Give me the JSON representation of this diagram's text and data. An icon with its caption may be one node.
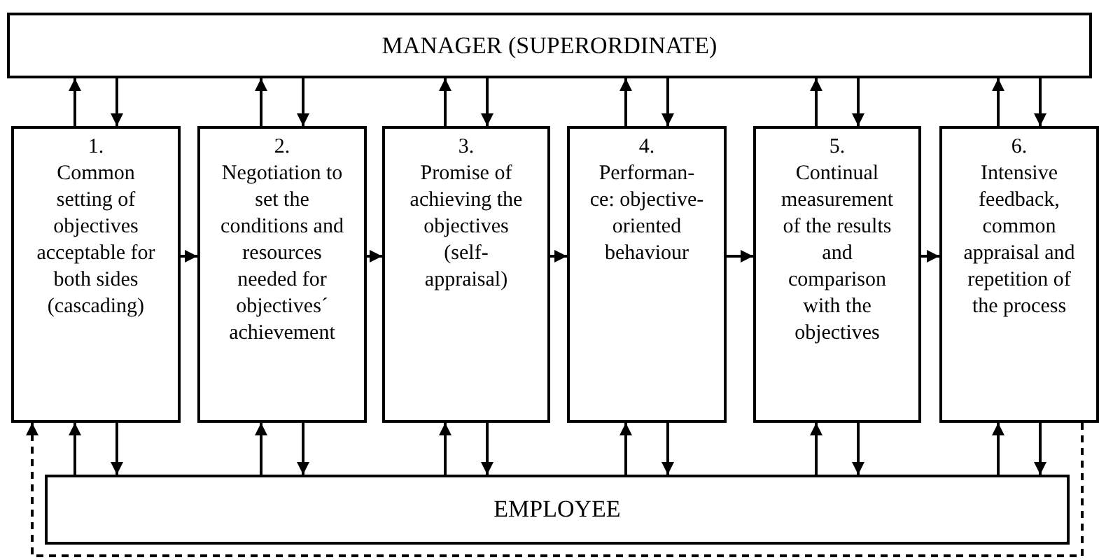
{
  "diagram": {
    "nodes": [
      {
        "text": [
          "MANAGER (SUPERORDINATE)"
        ]
      },
      {
        "text": [
          "1.",
          "Common setting of objectives acceptable for both sides (cascading)"
        ]
      },
      {
        "text": [
          "2.",
          "Negotiation to set the conditions and resources needed for objectives´ achievement"
        ]
      },
      {
        "text": [
          "3.",
          "Promise of achieving the objectives (self- appraisal)"
        ]
      },
      {
        "text": [
          "4.",
          "Performan- ce: objective- oriented behaviour"
        ]
      },
      {
        "text": [
          "5.",
          "Continual measurement of the results and comparison with the objectives"
        ]
      },
      {
        "text": [
          "6.",
          "Intensive feedback, common appraisal and repetition of the process"
        ]
      },
      {
        "text": [
          "EMPLOYEE"
        ]
      }
    ],
    "edges": [
      {
        "from": 1,
        "to": 0,
        "arrow": "to"
      },
      {
        "from": 0,
        "to": 1,
        "arrow": "to"
      },
      {
        "from": 7,
        "to": 1,
        "arrow": "to"
      },
      {
        "from": 1,
        "to": 7,
        "arrow": "to"
      },
      {
        "from": 2,
        "to": 0,
        "arrow": "to"
      },
      {
        "from": 0,
        "to": 2,
        "arrow": "to"
      },
      {
        "from": 7,
        "to": 2,
        "arrow": "to"
      },
      {
        "from": 2,
        "to": 7,
        "arrow": "to"
      },
      {
        "from": 3,
        "to": 0,
        "arrow": "to"
      },
      {
        "from": 0,
        "to": 3,
        "arrow": "to"
      },
      {
        "from": 7,
        "to": 3,
        "arrow": "to"
      },
      {
        "from": 3,
        "to": 7,
        "arrow": "to"
      },
      {
        "from": 4,
        "to": 0,
        "arrow": "to"
      },
      {
        "from": 0,
        "to": 4,
        "arrow": "to"
      },
      {
        "from": 7,
        "to": 4,
        "arrow": "to"
      },
      {
        "from": 4,
        "to": 7,
        "arrow": "to"
      },
      {
        "from": 5,
        "to": 0,
        "arrow": "to"
      },
      {
        "from": 0,
        "to": 5,
        "arrow": "to"
      },
      {
        "from": 7,
        "to": 5,
        "arrow": "to"
      },
      {
        "from": 5,
        "to": 7,
        "arrow": "to"
      },
      {
        "from": 6,
        "to": 0,
        "arrow": "to"
      },
      {
        "from": 0,
        "to": 6,
        "arrow": "to"
      },
      {
        "from": 7,
        "to": 6,
        "arrow": "to"
      },
      {
        "from": 6,
        "to": 7,
        "arrow": "to"
      },
      {
        "from": 1,
        "to": 2,
        "arrow": "to"
      },
      {
        "from": 2,
        "to": 3,
        "arrow": "to"
      },
      {
        "from": 3,
        "to": 4,
        "arrow": "to"
      },
      {
        "from": 4,
        "to": 5,
        "arrow": "to"
      },
      {
        "from": 5,
        "to": 6,
        "arrow": "to"
      },
      {
        "from": 6,
        "to": 1,
        "arrow": "to",
        "style": "dashed"
      }
    ]
  }
}
